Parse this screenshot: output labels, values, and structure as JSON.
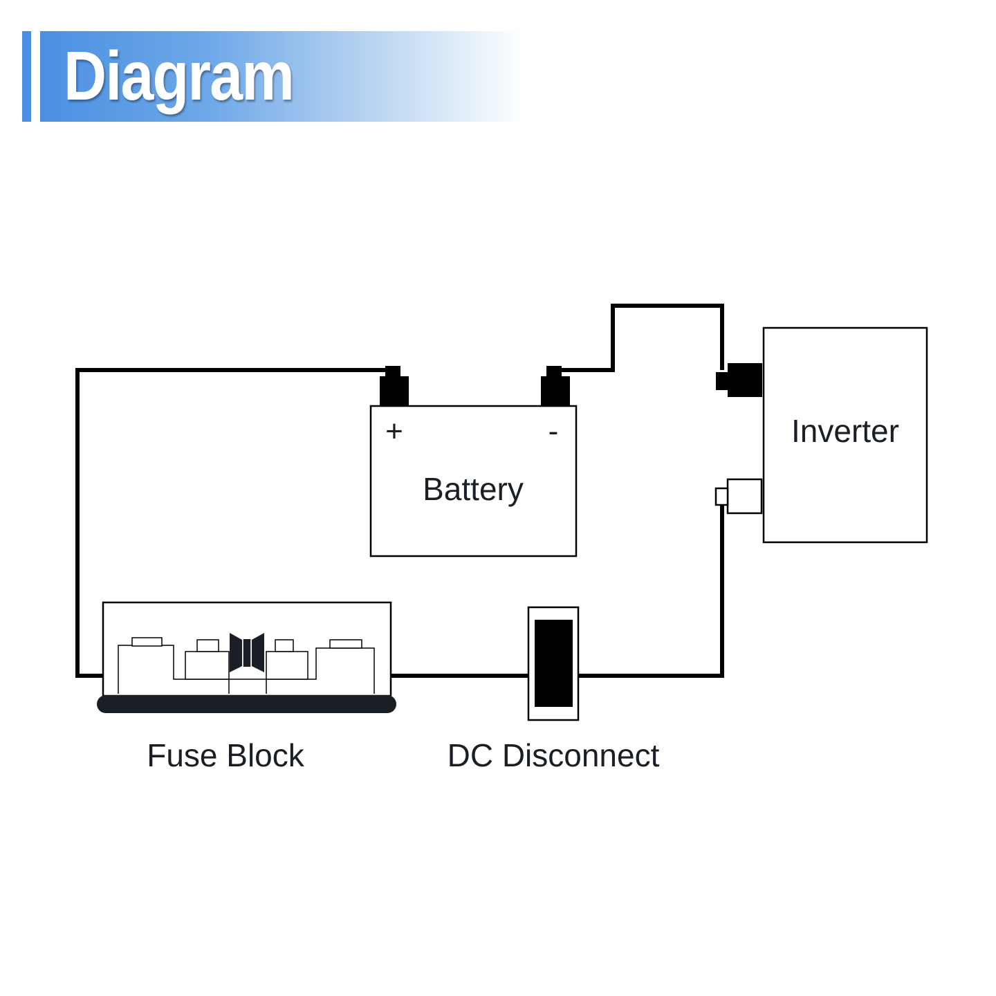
{
  "header": {
    "title": "Diagram",
    "accent_color": "#4a90e2"
  },
  "components": {
    "battery": {
      "label": "Battery",
      "positive_symbol": "+",
      "negative_symbol": "-"
    },
    "inverter": {
      "label": "Inverter"
    },
    "fuse_block": {
      "label": "Fuse Block"
    },
    "dc_disconnect": {
      "label": "DC Disconnect"
    }
  },
  "colors": {
    "wire": "#000000",
    "outline": "#000000",
    "base_bar": "#1a1f26",
    "text": "#1a1f26"
  }
}
